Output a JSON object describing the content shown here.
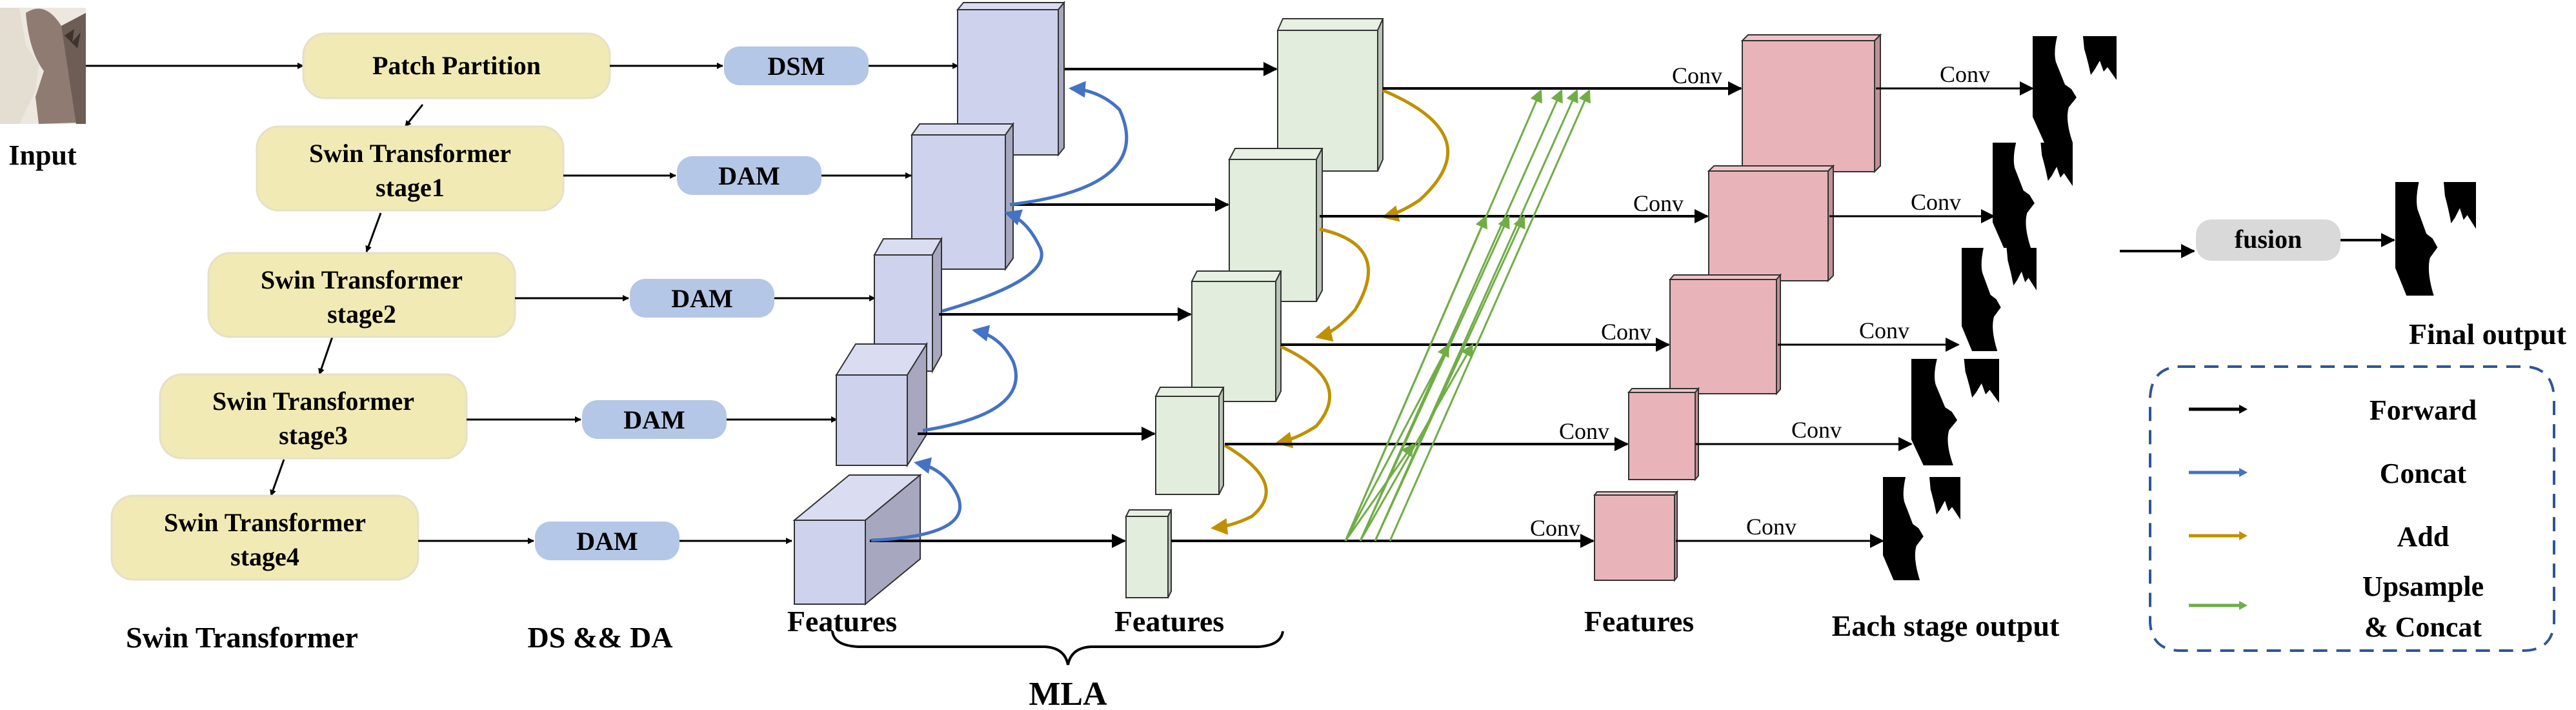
{
  "colors": {
    "yellow_box": "#f2eab5",
    "blue_box": "#b4c7e7",
    "gray_box": "#d9d9d9",
    "purple_face": "#cfd2ed",
    "purple_top": "#dadcf1",
    "purple_side": "#a7a8c0",
    "green_face": "#e2eddd",
    "green_top": "#e8f0e4",
    "green_side": "#b9c3b6",
    "pink_face": "#e8b4ba",
    "pink_top": "#eec4c8",
    "pink_side": "#c29096",
    "forward": "#000000",
    "concat": "#4472c4",
    "add": "#c09000",
    "upsample": "#70ad47",
    "legend_border": "#2f5597"
  },
  "input": {
    "label": "Input"
  },
  "encoder": {
    "patch_partition": "Patch Partition",
    "stages": [
      {
        "line1": "Swin Transformer",
        "line2": "stage1"
      },
      {
        "line1": "Swin Transformer",
        "line2": "stage2"
      },
      {
        "line1": "Swin Transformer",
        "line2": "stage3"
      },
      {
        "line1": "Swin Transformer",
        "line2": "stage4"
      }
    ],
    "caption": "Swin Transformer"
  },
  "dsda": {
    "modules": [
      "DSM",
      "DAM",
      "DAM",
      "DAM",
      "DAM"
    ],
    "caption": "DS && DA"
  },
  "mla": {
    "features_left": "Features",
    "features_right": "Features",
    "caption": "MLA"
  },
  "heads": {
    "conv_label": "Conv",
    "features_caption": "Features",
    "outputs_caption": "Each stage output"
  },
  "fusion": {
    "label": "fusion",
    "final_caption": "Final output"
  },
  "legend": {
    "items": [
      {
        "label": "Forward",
        "color_key": "forward"
      },
      {
        "label": "Concat",
        "color_key": "concat"
      },
      {
        "label": "Add",
        "color_key": "add"
      },
      {
        "label": "Upsample",
        "label2": "& Concat",
        "color_key": "upsample"
      }
    ]
  }
}
